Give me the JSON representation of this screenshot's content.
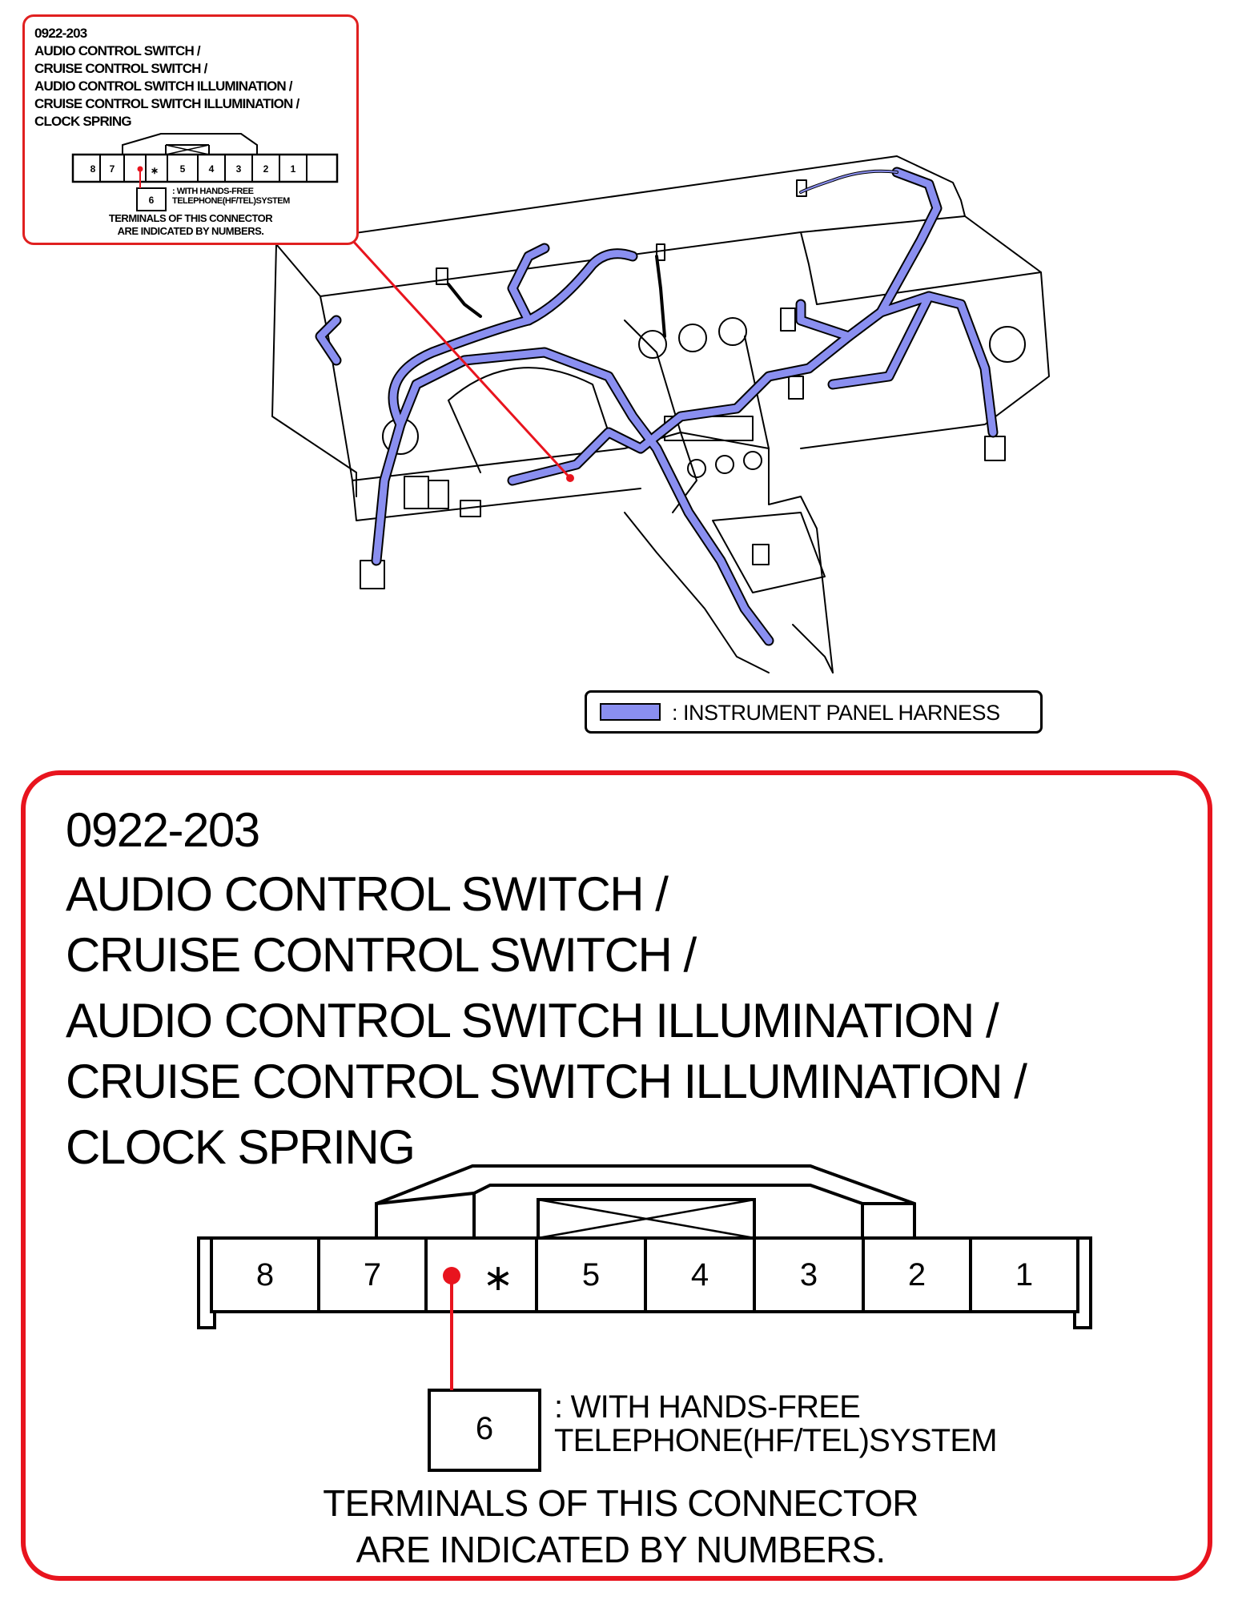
{
  "connector": {
    "code": "0922-203",
    "names": [
      "AUDIO CONTROL SWITCH /",
      "CRUISE CONTROL SWITCH /",
      "AUDIO CONTROL SWITCH ILLUMINATION /",
      "CRUISE CONTROL SWITCH ILLUMINATION /",
      "CLOCK SPRING"
    ],
    "terminals": [
      "8",
      "7",
      "∗",
      "5",
      "4",
      "3",
      "2",
      "1"
    ],
    "sub_terminal": "6",
    "note_lines": [
      ": WITH HANDS-FREE",
      "TELEPHONE(HF/TEL)SYSTEM"
    ],
    "footer_lines": [
      "TERMINALS OF THIS CONNECTOR",
      "ARE INDICATED BY NUMBERS."
    ]
  },
  "legend": {
    "label": ": INSTRUMENT PANEL HARNESS",
    "color": "#8a8ff0"
  },
  "colors": {
    "callout_border": "#e8141e",
    "harness": "#8a8ff0",
    "pointer": "#e8141e"
  }
}
